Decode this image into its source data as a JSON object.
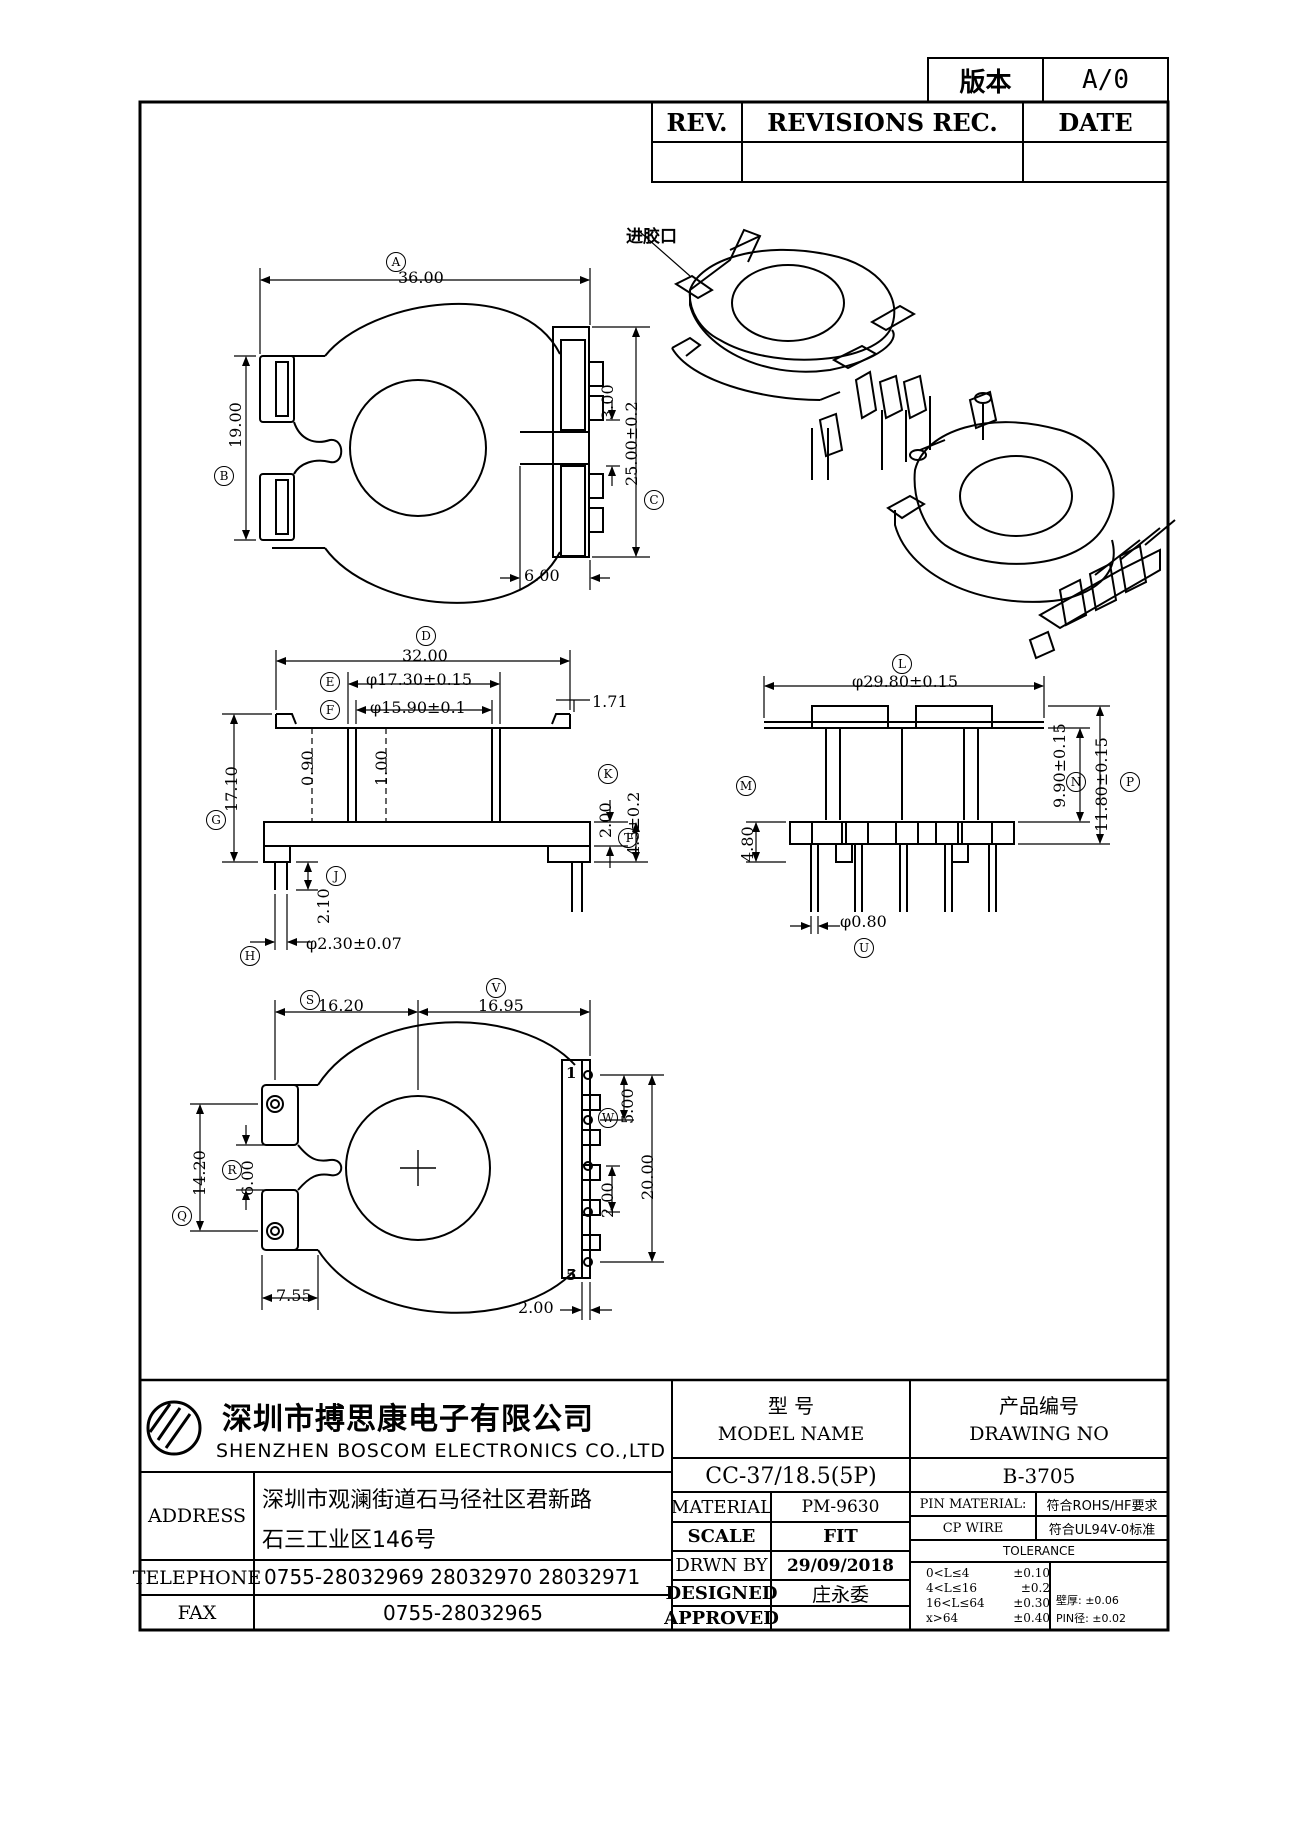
{
  "version_box": {
    "label": "版本",
    "value": "A/0"
  },
  "revisions": {
    "rev": "REV.",
    "rec": "REVISIONS REC.",
    "date": "DATE"
  },
  "note_gate": "进胶口",
  "top_view": {
    "A": "36.00",
    "B": "19.00",
    "C": "25.00±0.2",
    "d3": "3.00",
    "d6": "6.00"
  },
  "side_view": {
    "D": "32.00",
    "E": "φ17.30±0.15",
    "F": "φ15.90±0.1",
    "d171": "1.71",
    "G": "17.10",
    "d090": "0.90",
    "d100": "1.00",
    "K": "2.00",
    "T": "4.5±0.2",
    "J": "2.10",
    "H": "φ2.30±0.07"
  },
  "front_view": {
    "L": "φ29.80±0.15",
    "N": "9.90±0.15",
    "P": "11.80±0.15",
    "M": "4.80",
    "U": "φ0.80"
  },
  "bottom_view": {
    "S": "16.20",
    "V": "16.95",
    "R": "6.00",
    "Q": "14.20",
    "W": "5.00",
    "d2a": "2.00",
    "d20": "20.00",
    "d755": "7.55",
    "d2b": "2.00",
    "pin1": "1",
    "pin5": "5"
  },
  "letters": [
    "A",
    "B",
    "C",
    "D",
    "E",
    "F",
    "G",
    "H",
    "J",
    "K",
    "T",
    "L",
    "M",
    "N",
    "P",
    "U",
    "S",
    "V",
    "R",
    "Q",
    "W"
  ],
  "company": {
    "cn": "深圳市搏思康电子有限公司",
    "en": "SHENZHEN BOSCOM ELECTRONICS CO.,LTD"
  },
  "model": {
    "label_cn": "型    号",
    "label_en": "MODEL NAME",
    "value": "CC-37/18.5(5P)"
  },
  "drawing": {
    "label_cn": "产品编号",
    "label_en": "DRAWING NO",
    "value": "B-3705"
  },
  "address": {
    "label": "ADDRESS",
    "line1": "深圳市观澜街道石马径社区君新路",
    "line2": "石三工业区146号"
  },
  "telephone": {
    "label": "TELEPHONE",
    "value": "0755-28032969 28032970 28032971"
  },
  "fax": {
    "label": "FAX",
    "value": "0755-28032965"
  },
  "material": {
    "label": "MATERIAL",
    "value": "PM-9630"
  },
  "scale": {
    "label": "SCALE",
    "value": "FIT"
  },
  "drawn": {
    "label": "DRWN BY",
    "value": "29/09/2018"
  },
  "designed": {
    "label": "DESIGNED",
    "value": "庄永委"
  },
  "approved": {
    "label": "APPROVED",
    "value": ""
  },
  "pin_material": {
    "label": "PIN MATERIAL:",
    "value": "符合ROHS/HF要求"
  },
  "cp_wire": {
    "label": "CP WIRE",
    "value": "符合UL94V-0标准"
  },
  "tolerance": {
    "title": "TOLERANCE",
    "rows": [
      [
        "0<L≤4",
        "±0.10"
      ],
      [
        "4<L≤16",
        "±0.2"
      ],
      [
        "16<L≤64",
        "±0.30"
      ],
      [
        "x>64",
        "±0.40"
      ]
    ],
    "wall": "壁厚: ±0.06",
    "pin": "PIN径: ±0.02"
  }
}
